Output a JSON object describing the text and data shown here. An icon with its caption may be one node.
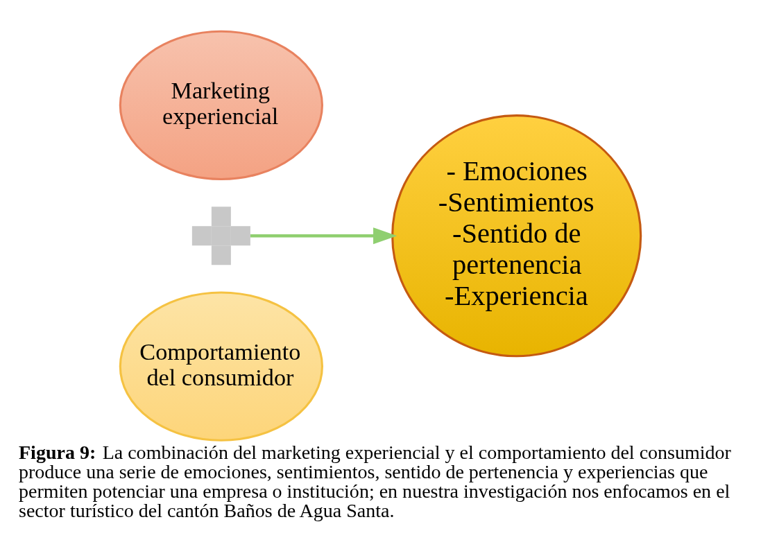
{
  "diagram": {
    "caption": "**Figura 9:** La combinación del marketing experiencial y el comportamiento del consumidor produce una serie de emociones, sentimientos, sentido de pertenencia y experiencias que permiten potenciar una empresa o institución; en nuestra investigación nos enfocamos en el sector turístico del cantón Baños de Agua Santa.",
    "nodes": [
      {
        "text": [
          "Marketing experiencial"
        ]
      },
      {
        "text": [],
        "shape": "cross"
      },
      {
        "text": [
          "Comportamiento del consumidor"
        ]
      },
      {
        "text": [
          "- Emociones -Sentimientos -Sentido de pertenencia -Experiencia"
        ]
      }
    ],
    "edges": [
      {
        "from": 1,
        "to": 3,
        "arrow": "to"
      }
    ]
  }
}
